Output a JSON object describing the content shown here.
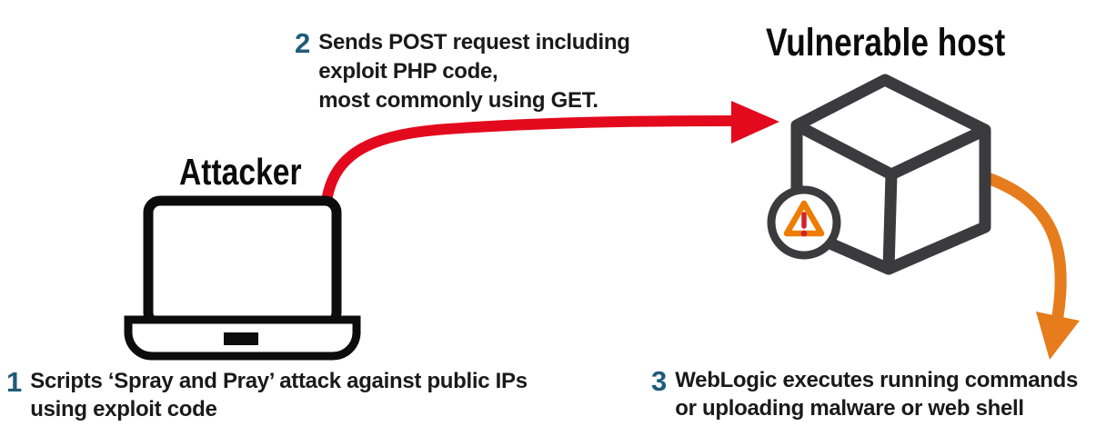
{
  "labels": {
    "attacker": "Attacker",
    "vulnerable_host": "Vulnerable host"
  },
  "steps": {
    "step1": {
      "number": "1",
      "line1": "Scripts ‘Spray and Pray’ attack against public IPs",
      "line2": "using exploit code"
    },
    "step2": {
      "number": "2",
      "line1": "Sends POST request including",
      "line2": "exploit PHP code,",
      "line3": "most commonly using GET."
    },
    "step3": {
      "number": "3",
      "line1": "WebLogic executes running commands",
      "line2": "or uploading malware or web shell"
    }
  },
  "colors": {
    "step_number": "#1e5b78",
    "arrow_red": "#e30a1d",
    "arrow_orange": "#e67c1b",
    "cube_stroke": "#3b3b3d",
    "icon_black": "#0c0c0c",
    "warning_orange": "#ee7c00",
    "warning_red": "#d2232a"
  }
}
